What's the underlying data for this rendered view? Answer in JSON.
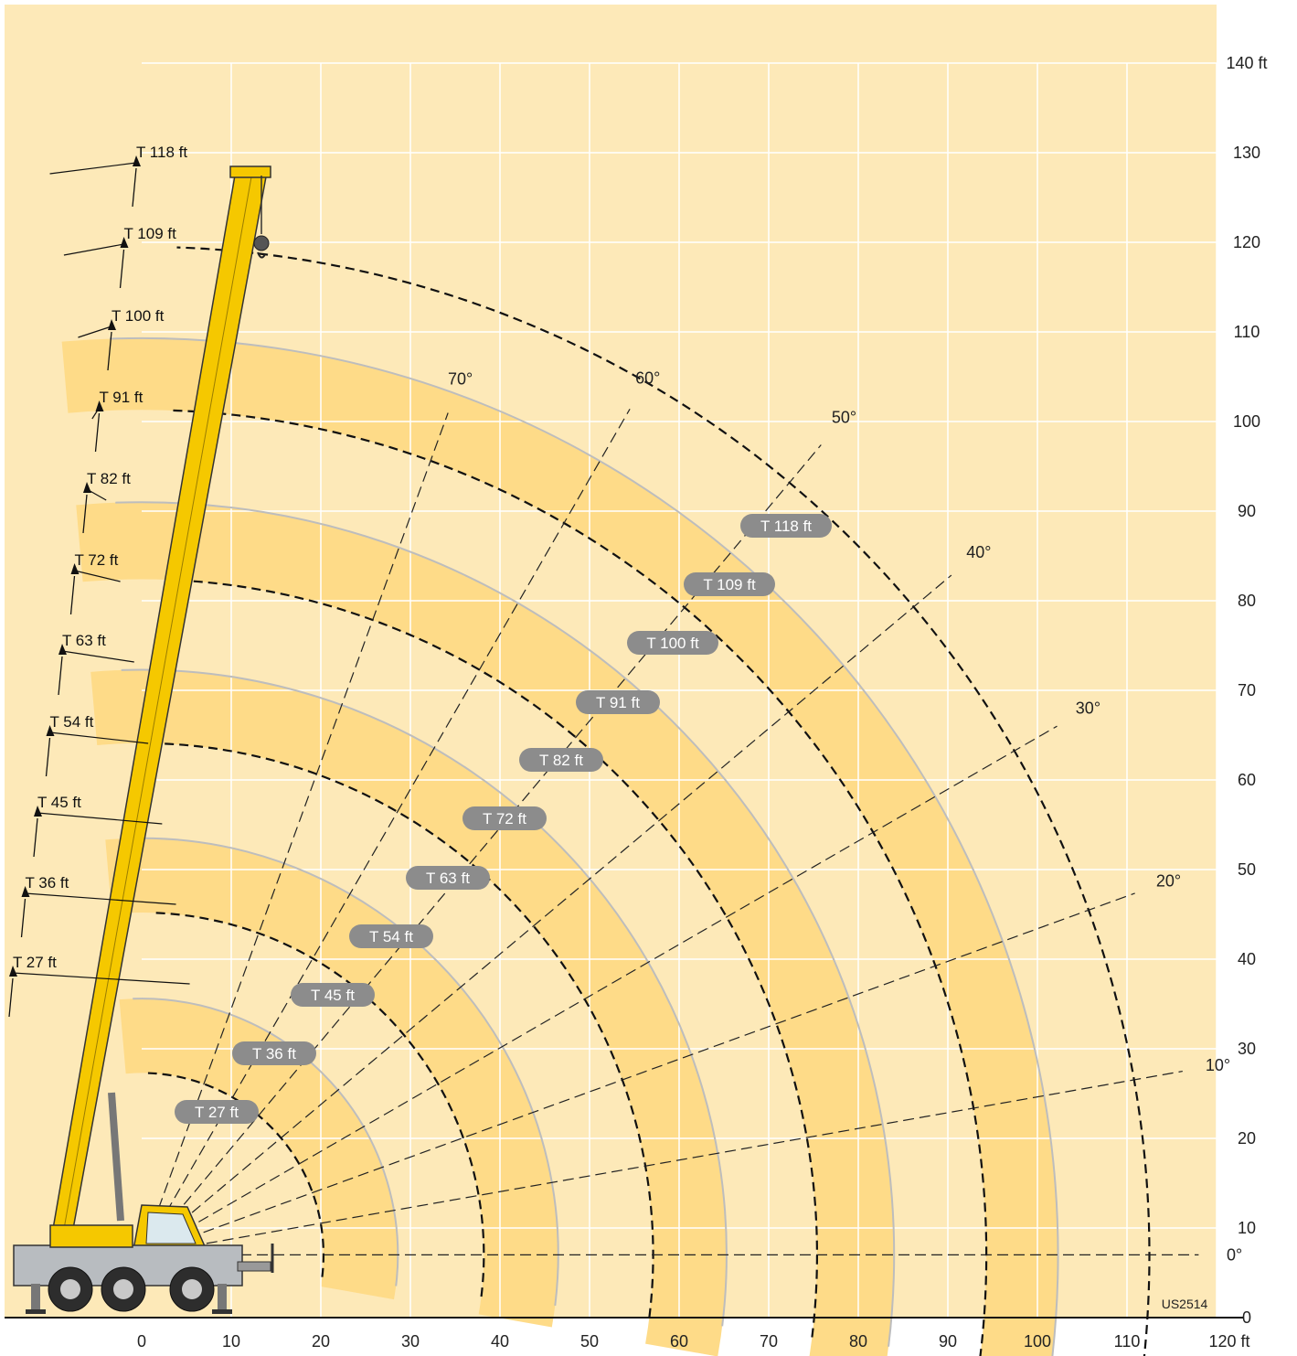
{
  "chart_data": {
    "type": "range-diagram",
    "x_axis": {
      "unit_label": "ft",
      "min": 0,
      "max": 120,
      "ticks": [
        0,
        10,
        20,
        30,
        40,
        50,
        60,
        70,
        80,
        90,
        100,
        110,
        120
      ],
      "tick_labels": [
        "0",
        "10",
        "20",
        "30",
        "40",
        "50",
        "60",
        "70",
        "80",
        "90",
        "100",
        "110",
        "120 ft"
      ]
    },
    "y_axis": {
      "unit_label": "ft",
      "min": 0,
      "max": 140,
      "ticks": [
        0,
        10,
        20,
        30,
        40,
        50,
        60,
        70,
        80,
        90,
        100,
        110,
        120,
        130,
        140
      ],
      "tick_labels": [
        "0",
        "10",
        "20",
        "30",
        "40",
        "50",
        "60",
        "70",
        "80",
        "90",
        "100",
        "110",
        "120",
        "130",
        "140 ft"
      ]
    },
    "grid": true,
    "boom_pivot": {
      "x": 0,
      "y": 7
    },
    "boom_angles": [
      {
        "deg": 0,
        "label": "0°"
      },
      {
        "deg": 10,
        "label": "10°"
      },
      {
        "deg": 20,
        "label": "20°"
      },
      {
        "deg": 30,
        "label": "30°"
      },
      {
        "deg": 40,
        "label": "40°"
      },
      {
        "deg": 50,
        "label": "50°"
      },
      {
        "deg": 60,
        "label": "60°"
      },
      {
        "deg": 70,
        "label": "70°"
      }
    ],
    "boom_lengths": [
      {
        "label": "T 27 ft",
        "radius": 20.3,
        "band_outer": 28.6
      },
      {
        "label": "T 36 ft",
        "radius": 38.2,
        "band_outer": 46.5
      },
      {
        "label": "T 45 ft",
        "radius": 57.1,
        "band_outer": 65.3
      },
      {
        "label": "T 54 ft",
        "radius": 75.4,
        "band_outer": 84.0
      },
      {
        "label": "T 63 ft",
        "radius": 94.3,
        "band_outer": 102.3
      },
      {
        "label": "T 72 ft",
        "radius": 112.5,
        "band_outer": null
      },
      {
        "label": "T 82 ft",
        "radius": null,
        "band_outer": null
      },
      {
        "label": "T 91 ft",
        "radius": null,
        "band_outer": null
      },
      {
        "label": "T 100 ft",
        "radius": null,
        "band_outer": null
      },
      {
        "label": "T 109 ft",
        "radius": null,
        "band_outer": null
      },
      {
        "label": "T 118 ft",
        "radius": null,
        "band_outer": null
      }
    ],
    "pill_labels": [
      "T 27 ft",
      "T 36 ft",
      "T 45 ft",
      "T 54 ft",
      "T 63 ft",
      "T 72 ft",
      "T 82 ft",
      "T 91 ft",
      "T 100 ft",
      "T 109 ft",
      "T 118 ft"
    ],
    "drawing_code": "US2514"
  },
  "colors": {
    "background": "#fde9b8",
    "band": "#fedb88",
    "boom": "#f5c800",
    "pill": "#8c8c8c",
    "grid": "#ffffff",
    "arc_gray": "#bdbdbd",
    "dashes": "#111111"
  }
}
